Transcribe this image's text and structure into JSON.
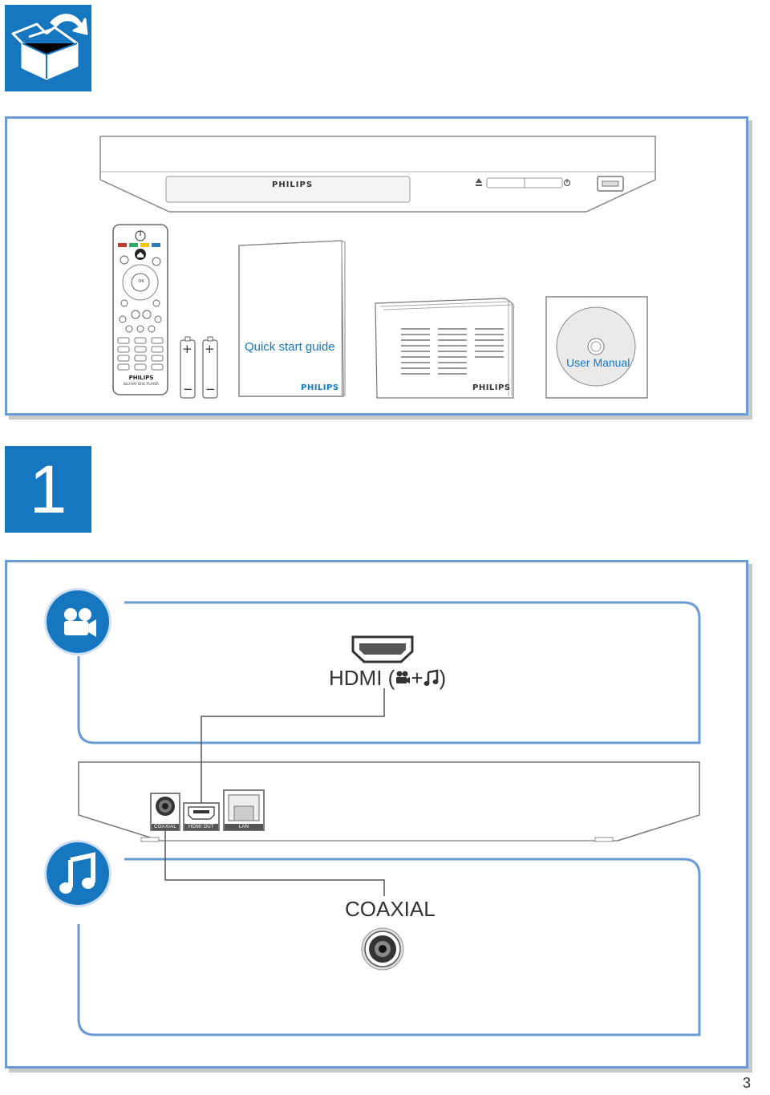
{
  "box_contents": {
    "player_brand": "PHILIPS",
    "remote_brand": "PHILIPS",
    "remote_model": "BLU-RAY DISC PLAYER",
    "remote_center_button": "OK",
    "quick_start_title": "Quick start guide",
    "quick_start_brand": "PHILIPS",
    "leaflet_brand": "PHILIPS",
    "cd_label": "User Manual",
    "battery_symbol_plus": "+",
    "battery_symbol_minus": "−"
  },
  "step": {
    "number": "1"
  },
  "connections": {
    "hdmi_label": "HDMI (",
    "hdmi_plus": "+",
    "hdmi_close": ")",
    "coaxial_label": "COAXIAL",
    "ports": {
      "coaxial": "COAXIAL",
      "hdmi_out": "HDMI OUT",
      "lan": "LAN"
    }
  },
  "page": {
    "number": "3"
  },
  "colors": {
    "accent_blue": "#1676c0",
    "panel_border": "#6a9bd3"
  },
  "icons": {
    "unbox": "open-box-icon",
    "video": "video-camera-icon",
    "audio": "music-note-icon"
  }
}
